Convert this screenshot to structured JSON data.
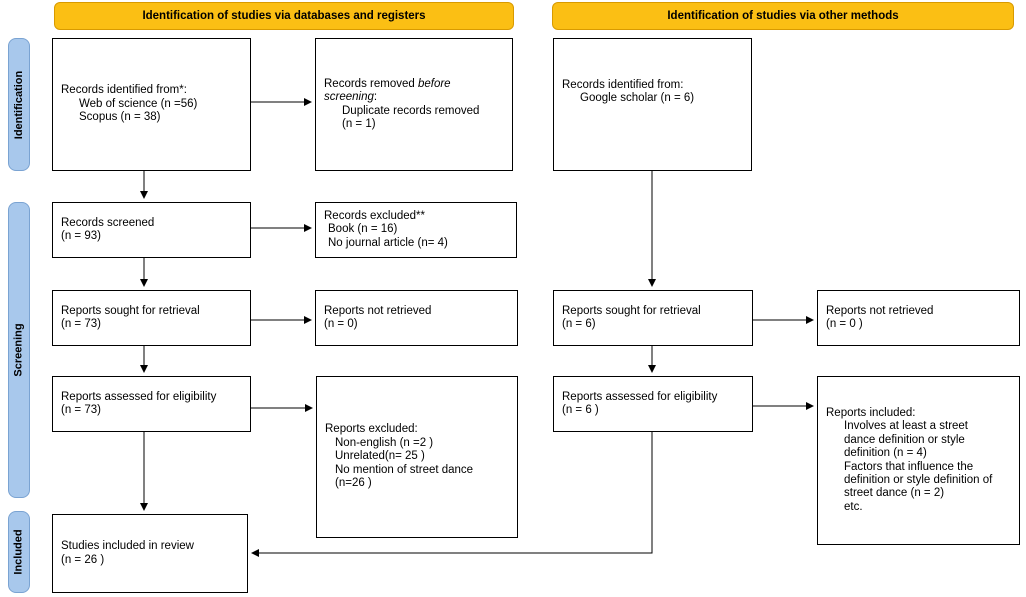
{
  "headers": {
    "databases": "Identification of studies via databases and registers",
    "other": "Identification of studies via other methods"
  },
  "phases": {
    "identification": "Identification",
    "screening": "Screening",
    "included": "Included"
  },
  "db": {
    "identified": {
      "title": "Records identified from*:",
      "items": [
        "Web of science (n =56)",
        "Scopus (n = 38)"
      ]
    },
    "removed": {
      "title_a": "Records removed ",
      "title_b": "before screening",
      "title_c": ":",
      "items": [
        "Duplicate records removed",
        "(n = 1)"
      ]
    },
    "screened": {
      "title": "Records screened",
      "count": "(n = 93)"
    },
    "excluded": {
      "title": "Records excluded**",
      "items": [
        "Book (n = 16)",
        "No journal article (n= 4)"
      ]
    },
    "sought": {
      "title": "Reports sought for retrieval",
      "count": "(n = 73)"
    },
    "not_retrieved": {
      "title": "Reports not retrieved",
      "count": "(n = 0)"
    },
    "assessed": {
      "title": "Reports assessed for eligibility",
      "count": "(n = 73)"
    },
    "reports_excluded": {
      "title": "Reports excluded:",
      "items": [
        "Non-english  (n =2 )",
        "Unrelated(n= 25 )",
        "No mention of street dance",
        "(n=26 )"
      ]
    },
    "included": {
      "title": "Studies included in review",
      "count": "(n = 26 )"
    }
  },
  "other": {
    "identified": {
      "title": "Records identified from:",
      "items": [
        "Google scholar (n = 6)"
      ]
    },
    "sought": {
      "title": "Reports sought for retrieval",
      "count": "(n = 6)"
    },
    "not_retrieved": {
      "title": "Reports not retrieved",
      "count": "(n = 0 )"
    },
    "assessed": {
      "title": "Reports assessed for eligibility",
      "count": "(n = 6 )"
    },
    "reports_included": {
      "title": "Reports included:",
      "items": [
        "Involves at least a street",
        "dance definition or style",
        "definition (n = 4)",
        "Factors that influence the",
        "definition or style definition of",
        "street dance (n = 2)",
        "etc."
      ]
    }
  }
}
